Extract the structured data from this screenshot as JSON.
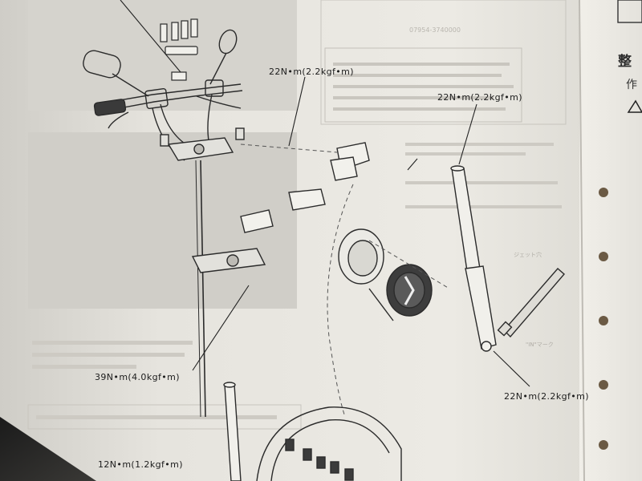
{
  "torque_labels": {
    "top_center": "22N•m(2.2kgf•m)",
    "right_upper": "22N•m(2.2kgf•m)",
    "left_middle": "39N•m(4.0kgf•m)",
    "right_lower": "22N•m(2.2kgf•m)",
    "bottom_left": "12N•m(1.2kgf•m)"
  },
  "faint_text": {
    "tool_number": "07954-3740000",
    "in_mark": "\"IN\"マーク",
    "jet_note": "ジェット穴"
  },
  "right_page": {
    "heading": "整",
    "sub": "作"
  },
  "colors": {
    "page": "#e9e7e1",
    "shade": "#d6d4ce",
    "line": "#2b2b2b"
  }
}
